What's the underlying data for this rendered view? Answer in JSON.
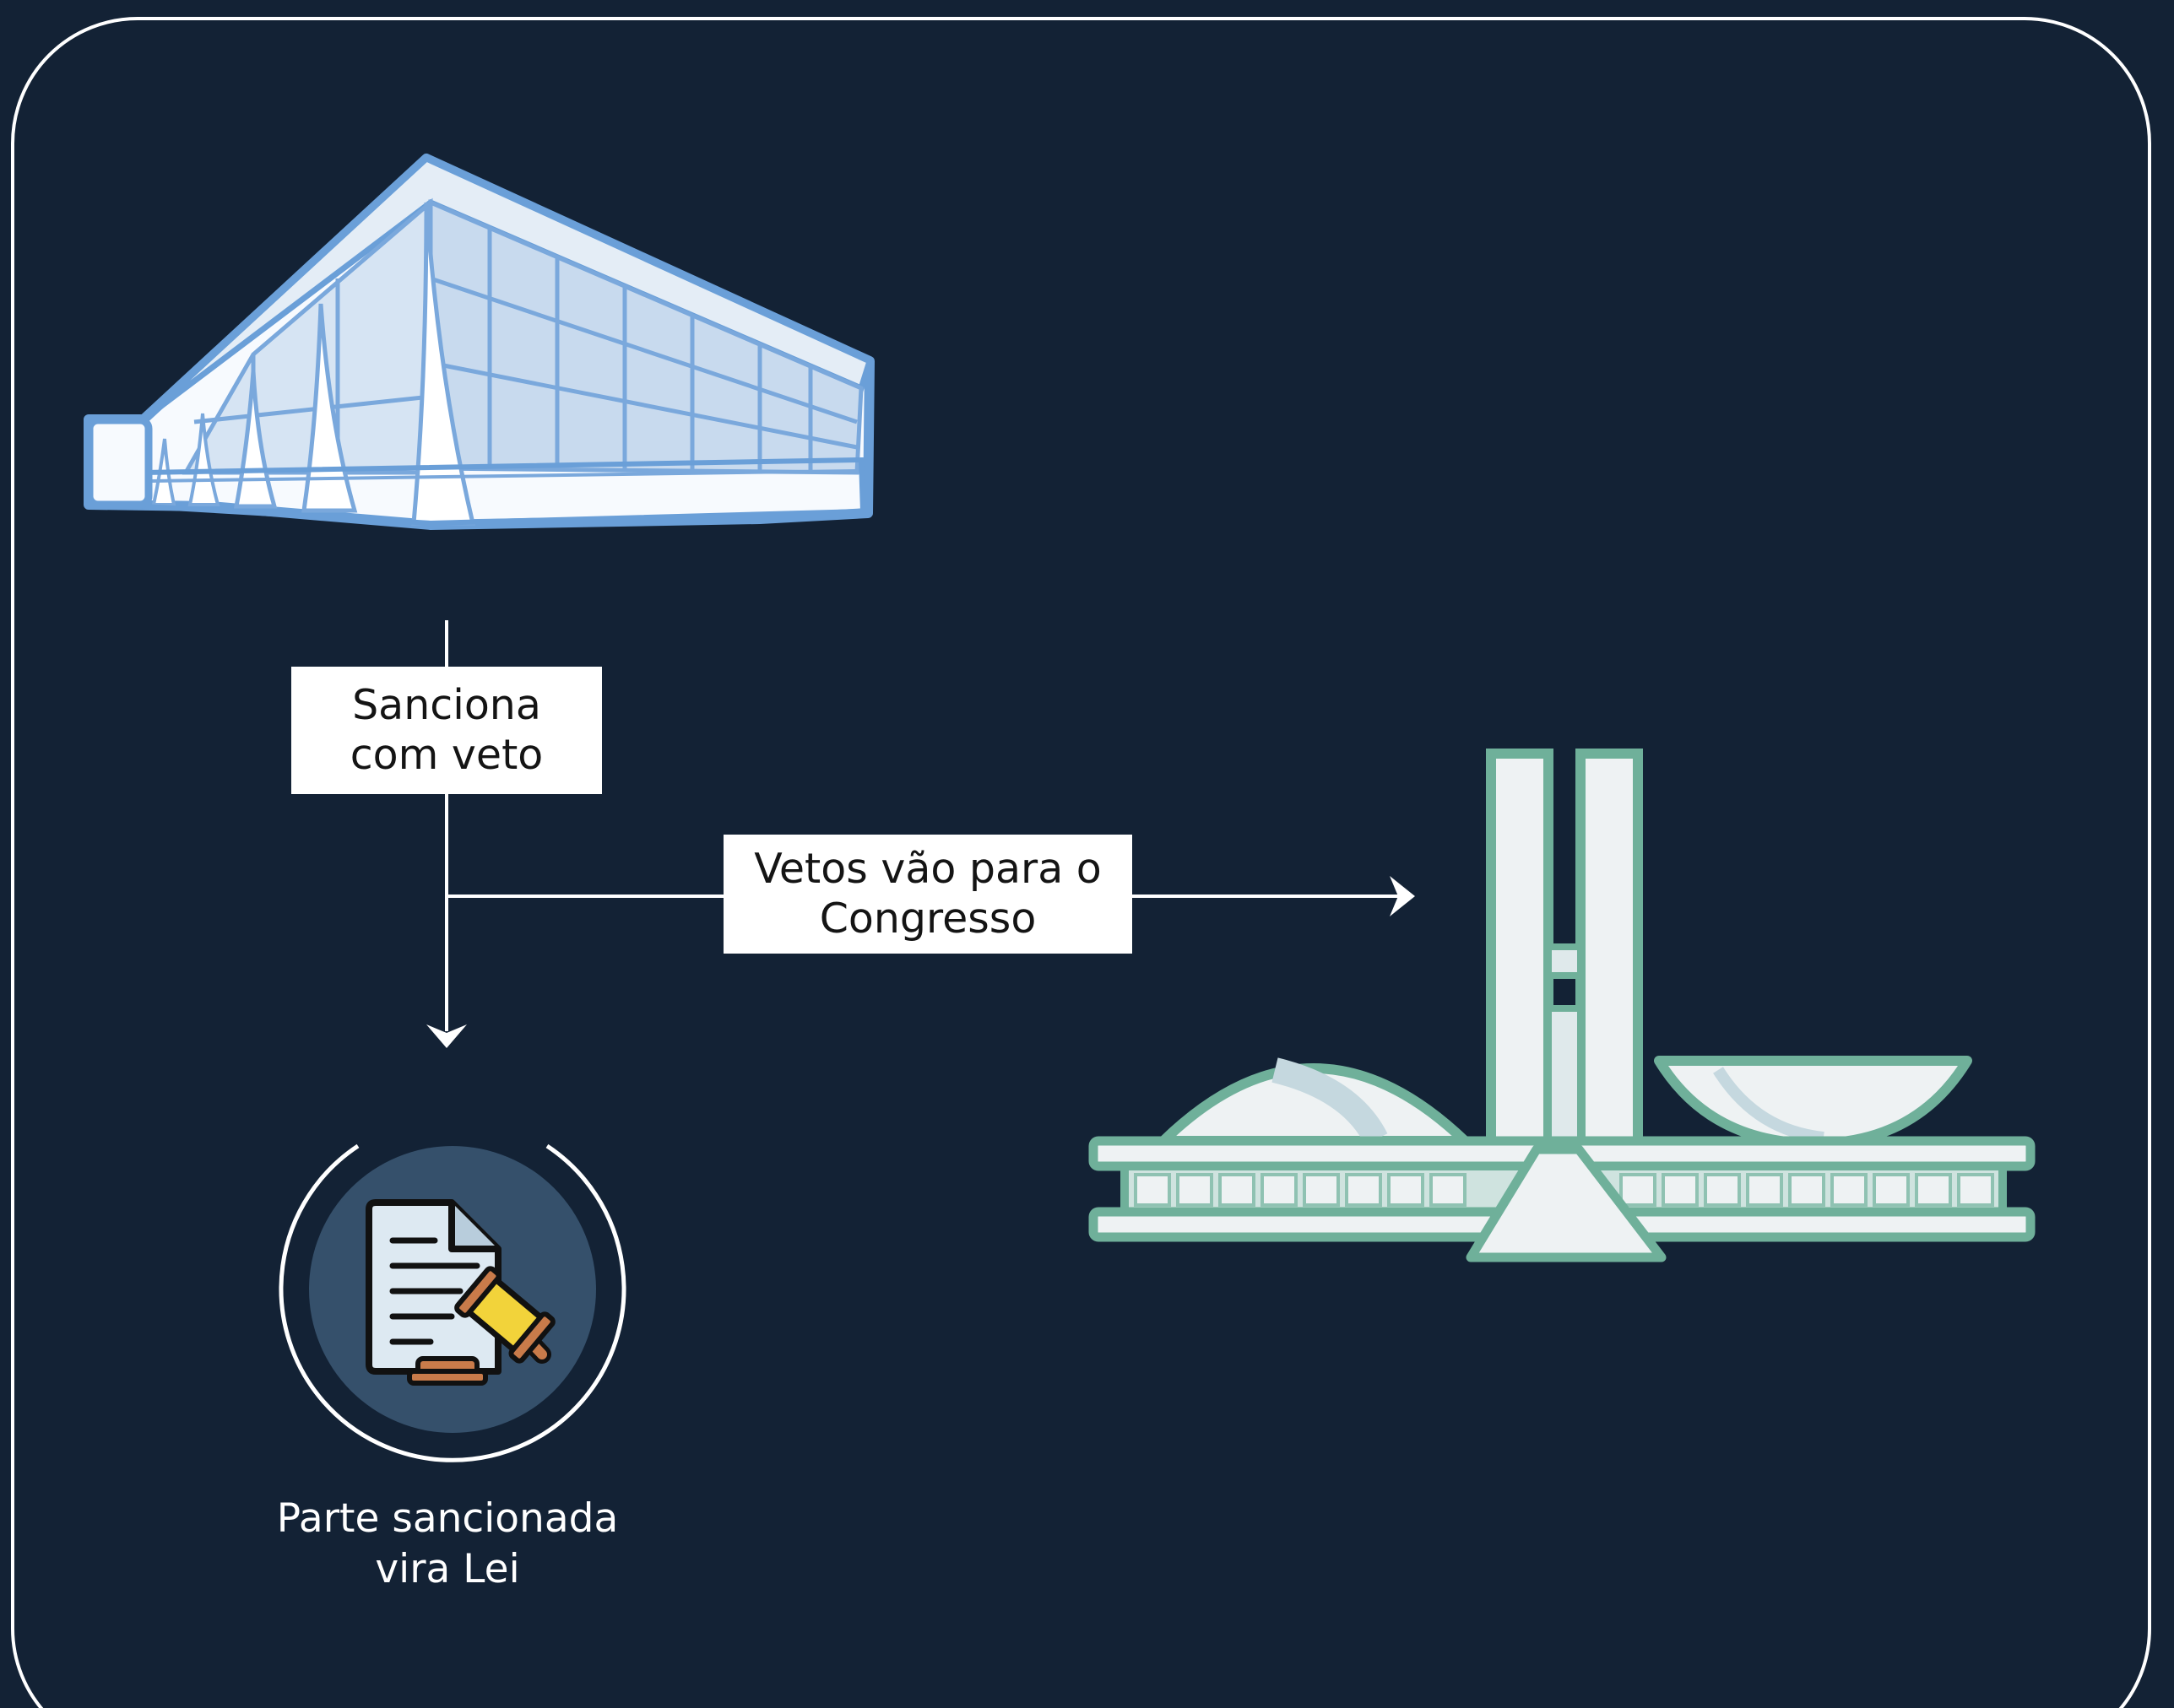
{
  "diagram": {
    "steps": {
      "sanctions_with_veto": {
        "line1": "Sanciona",
        "line2": "com veto"
      },
      "vetoes_to_congress": {
        "line1": "Vetos vão para o",
        "line2": "Congresso"
      },
      "law_result": {
        "line1": "Parte sancionada",
        "line2": "vira Lei"
      }
    },
    "icons": {
      "top": "planalto-palace-icon",
      "right": "national-congress-icon",
      "result": "law-document-gavel-icon"
    },
    "colors": {
      "background": "#132235",
      "frame": "#ffffff",
      "connectors": "#ffffff",
      "planalto_outline": "#6a9fd8",
      "congress_outline": "#6fb09a",
      "law_circle": "#35506b"
    }
  }
}
